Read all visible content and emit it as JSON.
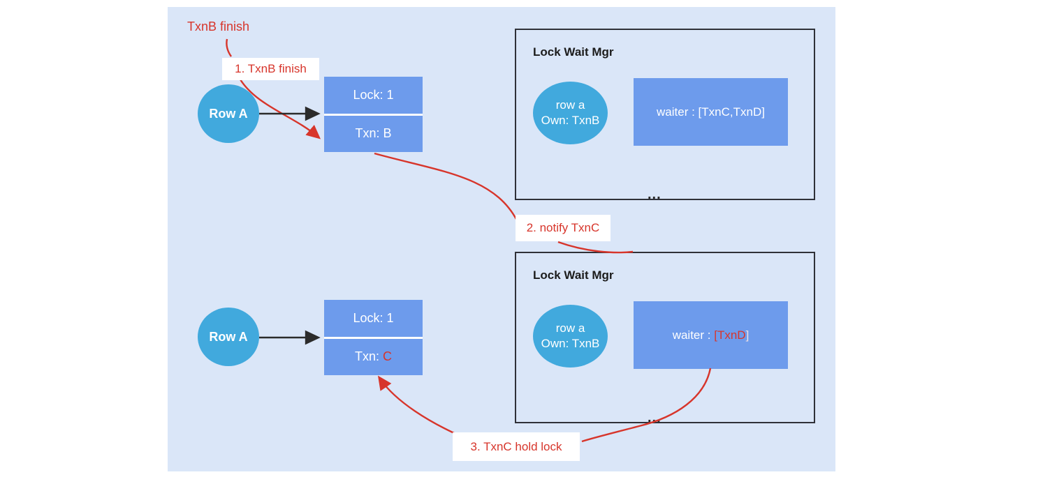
{
  "colors": {
    "panel_bg": "#dae6f8",
    "accent_red": "#d7352b",
    "circle_blue": "#41a9dd",
    "box_blue": "#6d9bec",
    "border_dark": "#2f3138"
  },
  "annotations": {
    "txnb_finish_note": "TxnB finish",
    "step1": "1. TxnB finish",
    "step2": "2. notify TxnC",
    "step3": "3. TxnC hold lock"
  },
  "top_flow": {
    "row_circle": "Row A",
    "lock_cell": "Lock: 1",
    "txn_prefix": "Txn: ",
    "txn_value": "B"
  },
  "bottom_flow": {
    "row_circle": "Row A",
    "lock_cell": "Lock: 1",
    "txn_prefix": "Txn: ",
    "txn_value": "C"
  },
  "top_mgr": {
    "title": "Lock Wait Mgr",
    "owner_line1": "row a",
    "owner_line2": "Own: TxnB",
    "waiter": "waiter : [TxnC,TxnD]",
    "ellipsis": "..."
  },
  "bottom_mgr": {
    "title": "Lock Wait Mgr",
    "owner_line1": "row a",
    "owner_line2": "Own: TxnB",
    "waiter_prefix": "waiter : ",
    "waiter_highlight": "[TxnD",
    "waiter_suffix": "]",
    "ellipsis": "..."
  }
}
